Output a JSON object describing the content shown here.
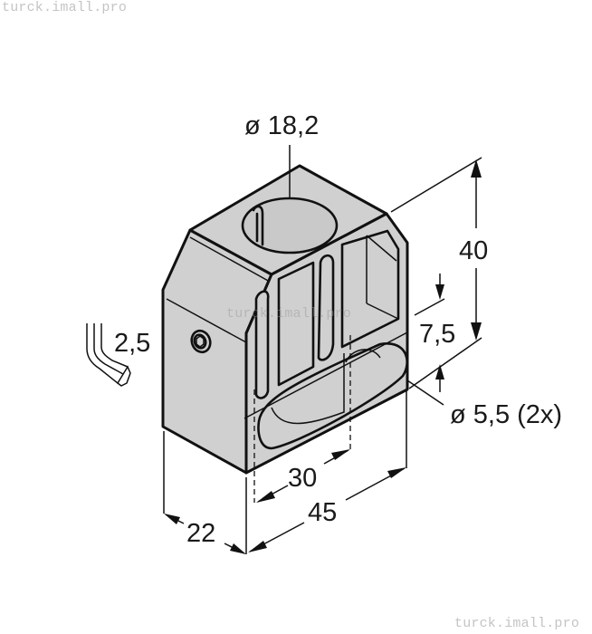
{
  "watermarks": {
    "top_left": "turck.imall.pro",
    "bottom_right": "turck.imall.pro",
    "center": "turck.imall.pro"
  },
  "drawing": {
    "subject": "mounting bracket isometric technical drawing",
    "fill_color": "#d0d0d0",
    "line_color": "#111111",
    "dimensions": {
      "bore_diameter": "ø 18,2",
      "height": "40",
      "hole_offset": "7,5",
      "mounting_holes": "ø 5,5 (2x)",
      "hole_spacing": "30",
      "width": "45",
      "depth": "22",
      "hex_key_size": "2,5"
    }
  }
}
